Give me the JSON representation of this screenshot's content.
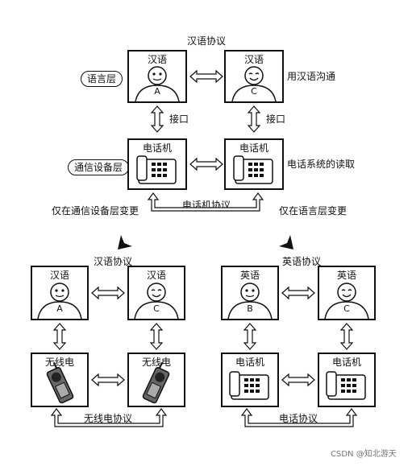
{
  "top": {
    "protocol_label": "汉语协议",
    "layer_language": "语言层",
    "layer_device": "通信设备层",
    "person_a": {
      "title": "汉语",
      "letter": "A"
    },
    "person_c": {
      "title": "汉语",
      "letter": "C"
    },
    "side_note_language": "用汉语沟通",
    "interface_left": "接口",
    "interface_right": "接口",
    "phone_left": "电话机",
    "phone_right": "电话机",
    "side_note_device": "电话系统的读取",
    "phone_protocol": "电话机协议",
    "change_left": "仅在通信设备层变更",
    "change_right": "仅在语言层变更"
  },
  "bottom_left": {
    "protocol_label": "汉语协议",
    "person_a": {
      "title": "汉语",
      "letter": "A"
    },
    "person_c": {
      "title": "汉语",
      "letter": "C"
    },
    "radio_left": "无线电",
    "radio_right": "无线电",
    "radio_protocol": "无线电协议"
  },
  "bottom_right": {
    "protocol_label": "英语协议",
    "person_b": {
      "title": "英语",
      "letter": "B"
    },
    "person_c": {
      "title": "英语",
      "letter": "C"
    },
    "phone_left": "电话机",
    "phone_right": "电话机",
    "phone_protocol": "电话协议"
  },
  "watermark": "CSDN @知北游天"
}
